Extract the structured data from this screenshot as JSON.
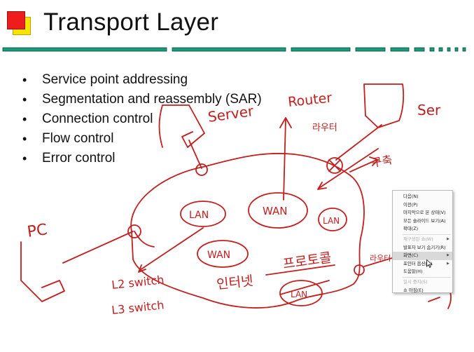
{
  "slide": {
    "title": "Transport Layer",
    "bullets": [
      "Service point addressing",
      "Segmentation and reassembly (SAR)",
      "Connection control",
      "Flow control",
      "Error control"
    ]
  },
  "handwriting": {
    "server": "Server",
    "router": "Router",
    "ser": "Ser",
    "pc": "PC",
    "lan_1": "LAN",
    "wan_1": "WAN",
    "lan_2": "LAN",
    "wan_2": "WAN",
    "lan_3": "LAN",
    "l2_switch": "L2 switch",
    "l3_switch": "L3 switch",
    "internet": "인터넷",
    "protocol": "프로토콜",
    "router_kr_1": "라우터",
    "router_kr_2": "라우터",
    "direction": "구축"
  },
  "context_menu": {
    "items": [
      {
        "label": "다음(N)",
        "disabled": false,
        "submenu": false
      },
      {
        "label": "이전(P)",
        "disabled": false,
        "submenu": false
      },
      {
        "label": "마지막으로 본 상태(V)",
        "disabled": false,
        "submenu": false
      },
      {
        "label": "모든 슬라이드 보기(A)",
        "disabled": false,
        "submenu": false
      },
      {
        "label": "확대(Z)",
        "disabled": false,
        "submenu": false
      },
      {
        "label": "재구성된 쇼(W)",
        "disabled": true,
        "submenu": true
      },
      {
        "label": "발표자 보기 숨기기(R)",
        "disabled": false,
        "submenu": false
      },
      {
        "label": "화면(C)",
        "disabled": false,
        "submenu": true,
        "hover": true
      },
      {
        "label": "포인터 옵션(O)",
        "disabled": false,
        "submenu": true
      },
      {
        "label": "도움말(H)",
        "disabled": false,
        "submenu": false
      },
      {
        "label": "일시 중지(S)",
        "disabled": true,
        "submenu": false
      },
      {
        "label": "쇼 마침(E)",
        "disabled": false,
        "submenu": false
      }
    ]
  },
  "colors": {
    "accent_rule": "#1a9a7a",
    "ink": "#c41e1e",
    "logo_red": "#ee1c1c",
    "logo_yellow": "#f6e300"
  },
  "icons": {
    "cursor": "mouse-pointer-icon",
    "submenu": "chevron-right-icon"
  }
}
